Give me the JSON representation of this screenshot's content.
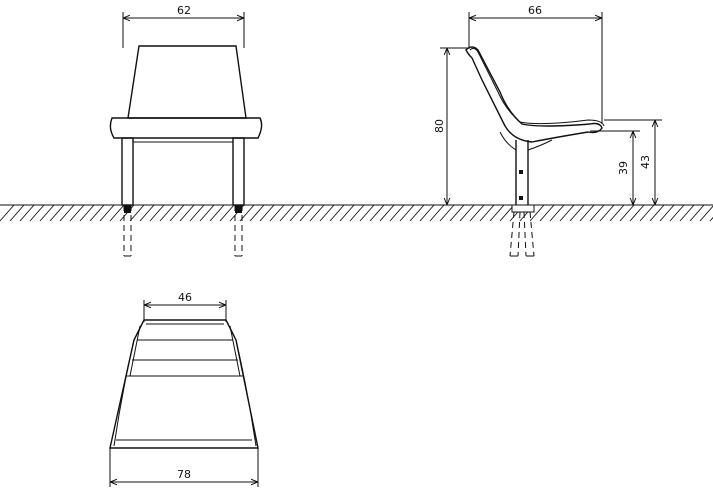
{
  "dimensions": {
    "front_width": "62",
    "side_depth": "66",
    "side_height": "80",
    "seat_height": "39",
    "armrest_height": "43",
    "top_back_width": "46",
    "top_base_width": "78"
  },
  "colors": {
    "line": "#111111",
    "background": "#ffffff"
  }
}
